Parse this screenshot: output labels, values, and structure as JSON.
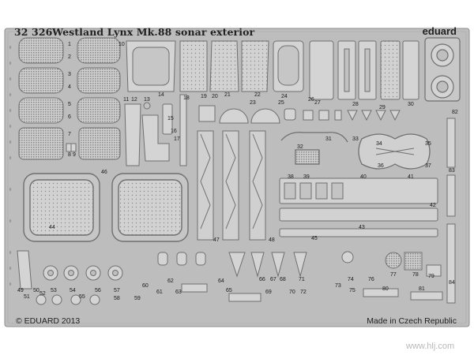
{
  "header": {
    "set_number": "32 326",
    "title": "Westland Lynx Mk.88 sonar exterior",
    "brand": "eduard"
  },
  "footer": {
    "copyright": "© EDUARD 2013",
    "origin": "Made in Czech Republic"
  },
  "watermark": {
    "text": "www.hlj.com"
  },
  "part_numbers": [
    "1",
    "2",
    "3",
    "4",
    "5",
    "6",
    "7",
    "8",
    "9",
    "10",
    "11",
    "12",
    "13",
    "14",
    "15",
    "16",
    "17",
    "18",
    "19",
    "20",
    "21",
    "22",
    "23",
    "24",
    "25",
    "26",
    "27",
    "28",
    "29",
    "30",
    "31",
    "32",
    "33",
    "34",
    "35",
    "36",
    "37",
    "38",
    "39",
    "40",
    "41",
    "42",
    "43",
    "44",
    "45",
    "46",
    "47",
    "48",
    "49",
    "50",
    "51",
    "52",
    "53",
    "54",
    "55",
    "56",
    "57",
    "58",
    "59",
    "60",
    "61",
    "62",
    "63",
    "64",
    "65",
    "66",
    "67",
    "68",
    "69",
    "70",
    "71",
    "72",
    "73",
    "74",
    "75",
    "76",
    "77",
    "78",
    "79",
    "80",
    "81",
    "82",
    "83",
    "84"
  ],
  "colors": {
    "fret": "#bdbdbd",
    "fret_dark": "#8e8e8e",
    "part": "#d6d6d6",
    "part_dark": "#7a7a7a"
  }
}
